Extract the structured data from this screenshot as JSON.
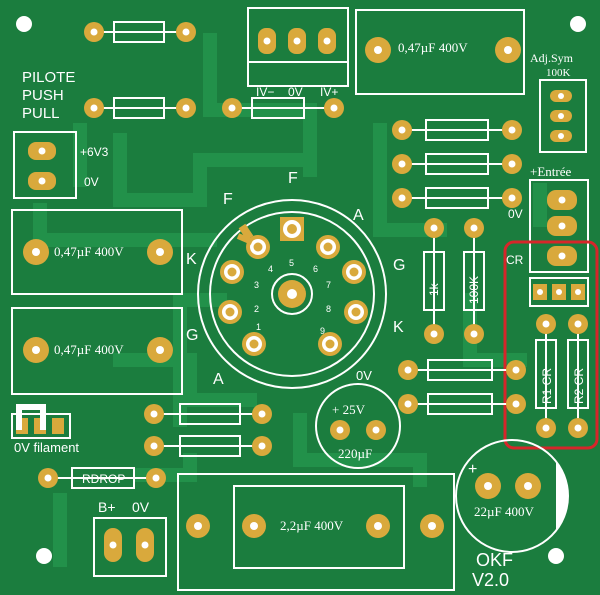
{
  "labels": {
    "pilote": "PILOTE",
    "push": "PUSH",
    "pull": "PULL",
    "v6v3": "+6V3",
    "v0_left": "0V",
    "iv_minus": "IV−",
    "iv_0v": "0V",
    "iv_plus": "IV+",
    "cap_top_right": "0,47µF 400V",
    "cap_left_1": "0,47µF 400V",
    "cap_left_2": "0,47µF 400V",
    "adj_sym": "Adj.Sym",
    "adj_val": "100K",
    "entree": "+Entrée",
    "v0_entree": "0V",
    "cr": "CR",
    "r1": "R1 CR",
    "r2": "R2 CR",
    "res_1k": "1k",
    "res_100k": "100K",
    "tube_F_top": "F",
    "tube_F_left": "F",
    "tube_A_top": "A",
    "tube_A_bottom": "A",
    "tube_K_left": "K",
    "tube_K_right": "K",
    "tube_G_left": "G",
    "tube_G_right": "G",
    "pin1": "1",
    "pin2": "2",
    "pin3": "3",
    "pin4": "4",
    "pin5": "5",
    "pin6": "6",
    "pin7": "7",
    "pin8": "8",
    "pin9": "9",
    "v0_mid": "0V",
    "cap_small_v": "+ 25V",
    "cap_small_val": "220µF",
    "filament": "0V  filament",
    "rdrop": "RDROP",
    "bplus": "B+",
    "v0_bplus": "0V",
    "cap_bottom": "2,2µF 400V",
    "cap_big_val": "22µF 400V",
    "cap_big_plus": "+",
    "okf": "OKF",
    "version": "V2.0"
  },
  "colors": {
    "board": "#1b7d3e",
    "pad": "#d9a93c",
    "silk": "#ffffff",
    "highlight": "#d6262a"
  }
}
